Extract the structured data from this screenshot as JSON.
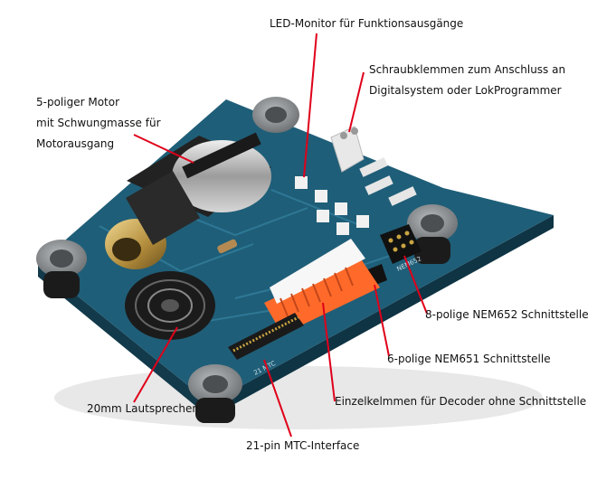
{
  "labels": {
    "led_monitor": "LED-Monitor für Funktionsausgänge",
    "terminals_line1": "Schraubklemmen zum Anschluss an",
    "terminals_line2": "Digitalsystem oder LokProgrammer",
    "motor_line1": "5-poliger Motor",
    "motor_line2": "mit Schwungmasse für",
    "motor_line3": "Motorausgang",
    "nem652": "8-polige NEM652 Schnittstelle",
    "nem651": "6-polige NEM651 Schnittstelle",
    "single_terminals": "Einzelkelmmen für Decoder ohne Schnittstelle",
    "speaker": "20mm Lautsprecher",
    "mtc": "21-pin MTC-Interface"
  },
  "board_print": {
    "nem652_mark": "NEM652",
    "mtc_mark": "21 MTC"
  },
  "colors": {
    "pcb": "#1f5e78",
    "pcb_dark": "#143f52",
    "pointer": "#e0001a",
    "terminal_orange": "#ff6a2a",
    "spacer": "#8d9193"
  }
}
